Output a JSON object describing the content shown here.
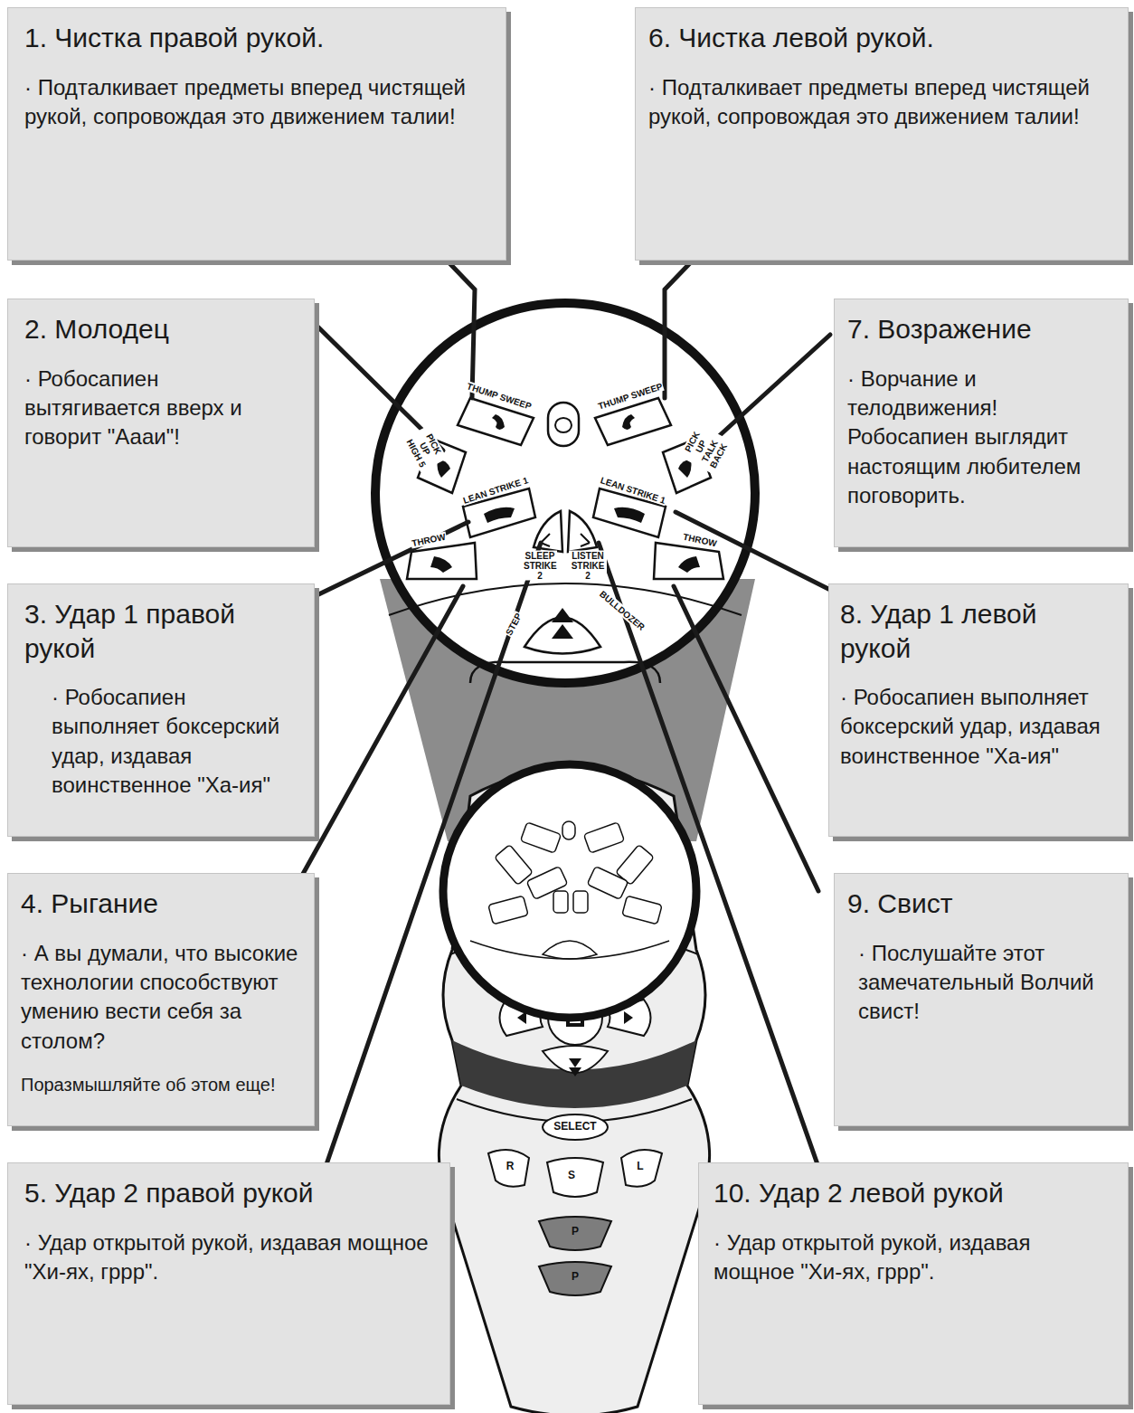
{
  "diagram": {
    "nodes": [
      {
        "text": [
          "1. Чистка правой рукой.",
          "· Подталкивает предметы вперед чистящей рукой, сопровождая это движением талии!"
        ]
      },
      {
        "text": [
          "2. Молодец",
          "· Робосапиен вытягивается вверх и говорит \"Аааи\"!"
        ]
      },
      {
        "text": [
          "3. Удар 1 правой рукой",
          "· Робосапиен выполняет боксерский удар, издавая воинственное \"Ха-ия\""
        ]
      },
      {
        "text": [
          "4. Рыгание",
          "· А вы думали, что высокие технологии способствуют умению вести себя за столом?",
          "Поразмышляйте об этом еще!"
        ]
      },
      {
        "text": [
          "5. Удар 2 правой рукой",
          "· Удар открытой рукой, издавая мощное \"Хи-ях, гррр\"."
        ]
      },
      {
        "text": [
          "6. Чистка левой рукой.",
          "· Подталкивает предметы вперед чистящей рукой, сопровождая это движением талии!"
        ]
      },
      {
        "text": [
          "7. Возражение",
          "· Ворчание и телодвижения! Робосапиен выглядит настоящим любителем поговорить."
        ]
      },
      {
        "text": [
          "8. Удар 1 левой рукой",
          "· Робосапиен выполняет боксерский удар, издавая воинственное \"Ха-ия\""
        ]
      },
      {
        "text": [
          "9. Свист",
          "· Послушайте этот замечательный Волчий свист!"
        ]
      },
      {
        "text": [
          "10. Удар 2 левой рукой",
          "· Удар открытой рукой, издавая мощное \"Хи-ях, гррр\"."
        ]
      }
    ],
    "labels": [
      "THUMP SWEEP",
      "THUMP SWEEP",
      "PICK UP HIGH 5",
      "PICK UP TALK BACK",
      "LEAN STRIKE 1",
      "LEAN STRIKE 1",
      "THROW",
      "THROW",
      "SLEEP STRIKE 2",
      "LISTEN STRIKE 2",
      "STEP",
      "BULLDOZER",
      "SELECT",
      "R",
      "S",
      "L",
      "P",
      "P"
    ]
  }
}
